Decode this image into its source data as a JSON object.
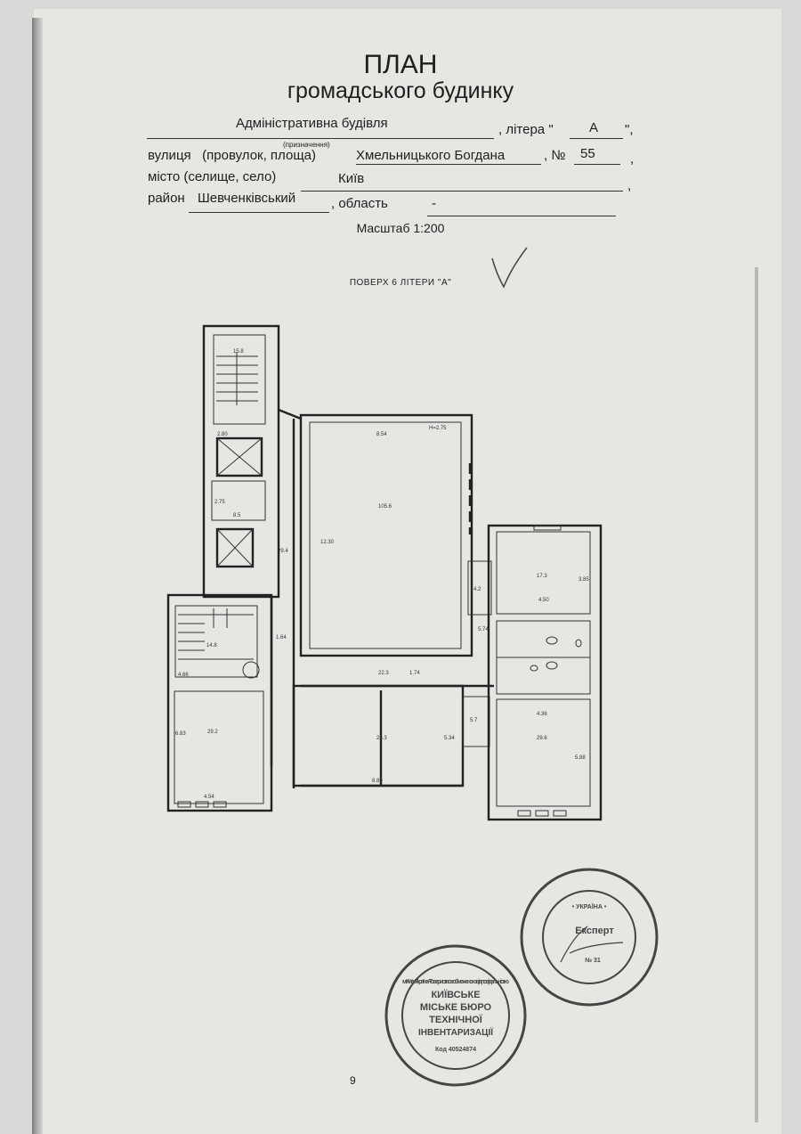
{
  "document": {
    "title": "ПЛАН",
    "subtitle": "громадського будинку",
    "purpose_value": "Адміністративна будівля",
    "purpose_caption": "(призначення)",
    "litera_label": ", літера \"",
    "litera_value": "А",
    "litera_end": "\",",
    "street_label": "вулиця   (провулок, площа)",
    "street_value": "Хмельницького Богдана",
    "number_label": ", №",
    "number_value": "55",
    "city_label": "місто (селище, село)",
    "city_value": "Київ",
    "district_label": "район",
    "district_value": "Шевченківський",
    "region_label": ", область",
    "region_value": "-",
    "comma": ",",
    "scale": "Масштаб 1:200",
    "floor_caption": "ПОВЕРХ 6 ЛІТЕРИ \"А\"",
    "page_number": "9"
  },
  "plan": {
    "labels": {
      "stair_top_area": "15.8",
      "stair_top_dim": "2.80",
      "lift_hall_dim": "2.75",
      "lift_hall_area": "8.5",
      "corridor_area": "29.4",
      "corridor_dim": "1.64",
      "stair_bottom_area": "14.8",
      "stair_bottom_dim": "4.66",
      "hall_width": "8.54",
      "ceiling_height": "H=2.75",
      "hall_area": "105.6",
      "hall_length": "12.30",
      "small_room_area": "4.2",
      "room8_area": "17.3",
      "room8_width": "4.50",
      "room8_depth": "3.85",
      "wc_dim": "5.74",
      "corridor2_area": "22.3",
      "corridor2_dim": "1.74",
      "office_area": "28.3",
      "office_width": "8.89",
      "office_depth": "5.34",
      "lobby_area": "5.7",
      "room10_width": "4.36",
      "room10_area": "29.6",
      "room10_depth": "5.88",
      "room12_area": "29.2",
      "room12_depth": "6.83",
      "room12_width": "4.54"
    }
  },
  "stamps": {
    "bti": {
      "ring": "м. Київ • Україна • Товариство з обмеженою відповідальністю",
      "lines": [
        "КИЇВСЬКЕ",
        "МІСЬКЕ БЮРО",
        "ТЕХНІЧНОЇ",
        "ІНВЕНТАРИЗАЦІЇ"
      ],
      "code": "Код 40524874"
    },
    "expert": {
      "ring": "• УКРАЇНА •",
      "title": "Експерт",
      "number": "№ 31"
    }
  }
}
